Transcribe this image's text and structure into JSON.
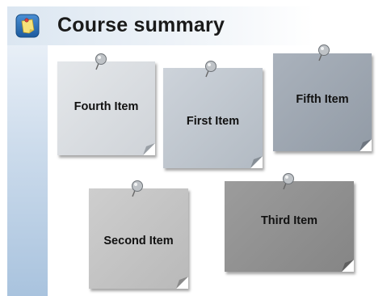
{
  "title": "Course summary",
  "icon": "sticky-note-icon",
  "colors": {
    "note_fourth": "#d6d9dd",
    "note_first": "#bcc3cb",
    "note_fifth": "#9da6b0",
    "note_second": "#c4c4c4",
    "note_third": "#8e8e8e",
    "accent": "#1f6fb8"
  },
  "items": {
    "fourth": "Fourth Item",
    "first": "First Item",
    "fifth": "Fifth Item",
    "second": "Second Item",
    "third": "Third Item"
  }
}
